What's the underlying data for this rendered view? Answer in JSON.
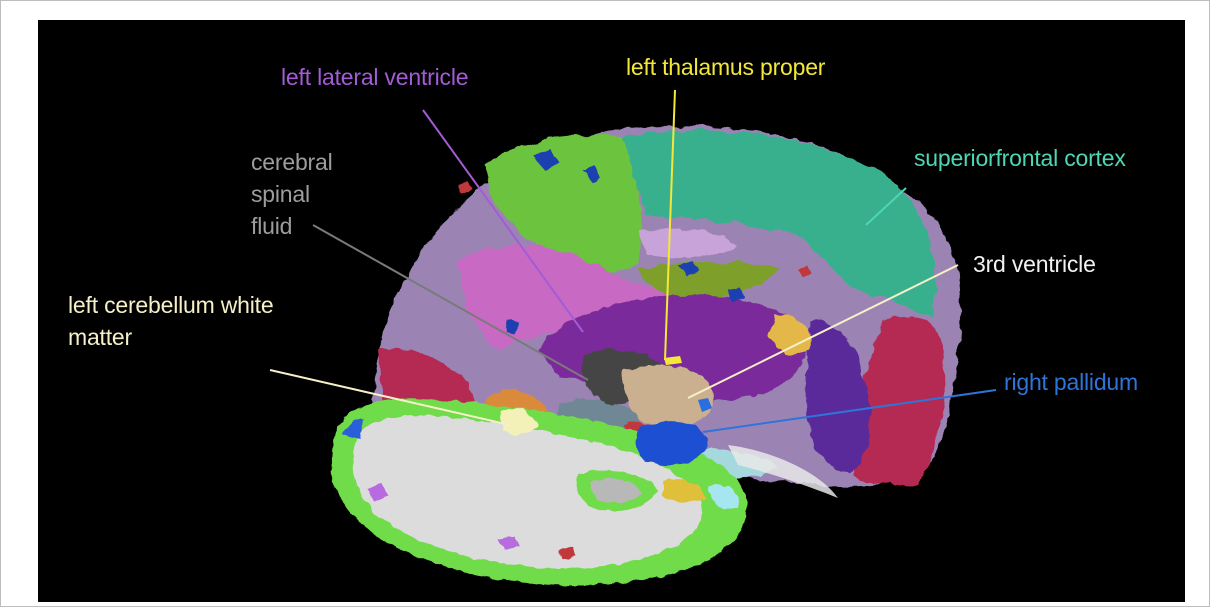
{
  "labels": {
    "left_lateral_ventricle": {
      "text": "left lateral ventricle",
      "color": "#a35bd6"
    },
    "left_thalamus_proper": {
      "text": "left thalamus proper",
      "color": "#f3e83a"
    },
    "cerebral_spinal_fluid": {
      "lines": [
        "cerebral",
        "spinal",
        "fluid"
      ],
      "color": "#9d9d9d"
    },
    "superiorfrontal_cortex": {
      "text": "superiorfrontal cortex",
      "color": "#4fd6b4"
    },
    "third_ventricle": {
      "text": "3rd ventricle",
      "color": "#f2f2f2"
    },
    "left_cerebellum_white_matter": {
      "lines": [
        "left cerebellum white",
        "matter"
      ],
      "color": "#f6f0c8"
    },
    "right_pallidum": {
      "text": "right pallidum",
      "color": "#2f74d9"
    }
  },
  "region_colors": {
    "background": "#000000",
    "cortex_green": "#6cc33d",
    "superiorfrontal_teal": "#39b08e",
    "lateral_ventricle_purple": "#7a2a9a",
    "parietal_lavender": "#9b84b4",
    "cingulate_pink": "#c86bc4",
    "occipital_red": "#b52a52",
    "thalamus_tan": "#cbb08f",
    "csf_gray": "#4a4a4a",
    "pallidum_blue": "#1f4fd1",
    "cerebellum_white": "#dcdcdc",
    "cerebellum_green": "#6fdc4a",
    "orange": "#d98a3a",
    "brainstem_slate": "#6f8796",
    "light_cyan": "#a6d9de",
    "yellow": "#e0c03a"
  }
}
